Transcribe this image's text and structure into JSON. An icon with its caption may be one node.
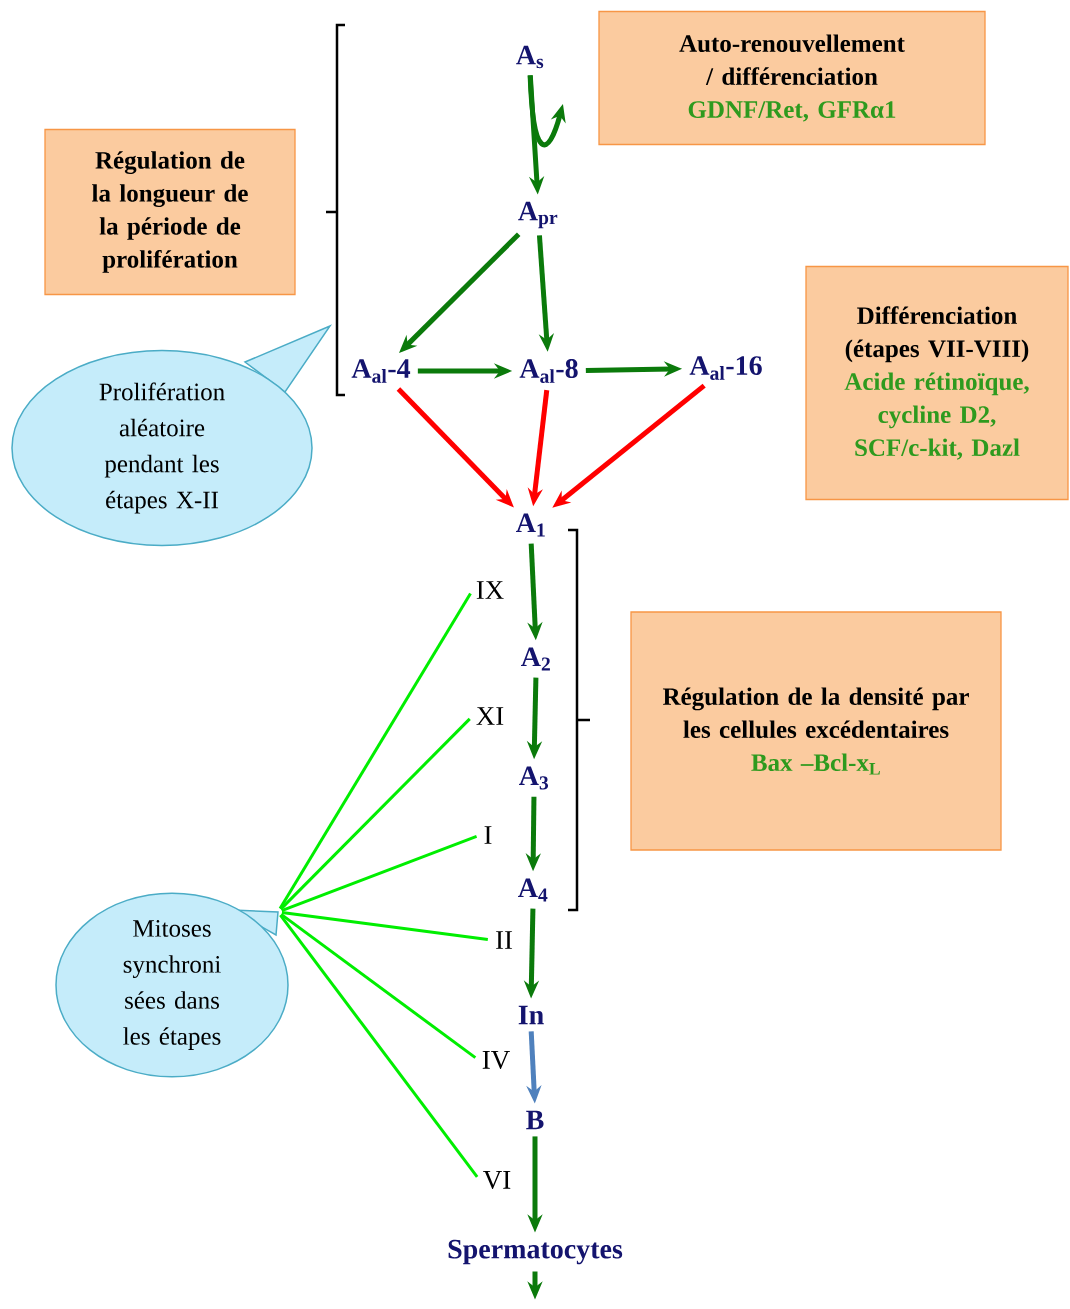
{
  "diagram": {
    "nodes": [
      {
        "text": [
          "A$_{s}$"
        ]
      },
      {
        "text": [
          "Auto-renouvellement / différenciation",
          "GDNF/Ret, GFRα1"
        ]
      },
      {
        "text": [
          "Régulation de la longueur de la période de prolifération"
        ]
      },
      {
        "text": [
          "A$_{pr}$"
        ]
      },
      {
        "text": [
          "A$_{al}$-4"
        ]
      },
      {
        "text": [
          "A$_{al}$-8"
        ]
      },
      {
        "text": [
          "A$_{al}$-16"
        ]
      },
      {
        "text": [
          "Différenciation (étapes VII-VIII)",
          "Acide rétinoïque, cycline D2, SCF/c-kit, Dazl"
        ]
      },
      {
        "text": [
          "Prolifération aléatoire pendant les étapes X-II"
        ]
      },
      {
        "text": [
          "A$_{1}$"
        ]
      },
      {
        "text": [
          "IX"
        ]
      },
      {
        "text": [
          "A$_{2}$"
        ]
      },
      {
        "text": [
          "XI"
        ]
      },
      {
        "text": [
          "Régulation de la densité par les cellules excédentaires",
          "Bax –Bcl-x$_{L}$"
        ]
      },
      {
        "text": [
          "A$_{3}$"
        ]
      },
      {
        "text": [
          "I"
        ]
      },
      {
        "text": [
          "A$_{4}$"
        ]
      },
      {
        "text": [
          "II"
        ]
      },
      {
        "text": [
          "Mitoses synchroni sées dans les étapes"
        ]
      },
      {
        "text": [
          "In"
        ]
      },
      {
        "text": [
          "IV"
        ]
      },
      {
        "text": [
          "B"
        ]
      },
      {
        "text": [
          "VI"
        ]
      },
      {
        "text": [
          "Spermatocytes"
        ]
      }
    ],
    "edges": [
      {
        "from": 0,
        "to": 3,
        "arrow": "to"
      },
      {
        "from": 0,
        "to": null,
        "arrow": "to"
      },
      {
        "from": 3,
        "to": 4,
        "arrow": "to"
      },
      {
        "from": 3,
        "to": 5,
        "arrow": "to"
      },
      {
        "from": 4,
        "to": 5,
        "arrow": "to"
      },
      {
        "from": 5,
        "to": 6,
        "arrow": "to"
      },
      {
        "from": 4,
        "to": 9,
        "arrow": "to",
        "color": "#ff0000"
      },
      {
        "from": 5,
        "to": 9,
        "arrow": "to",
        "color": "#ff0000"
      },
      {
        "from": 6,
        "to": 9,
        "arrow": "to",
        "color": "#ff0000"
      },
      {
        "from": 9,
        "to": 11,
        "arrow": "to"
      },
      {
        "from": 11,
        "to": 14,
        "arrow": "to"
      },
      {
        "from": 14,
        "to": 16,
        "arrow": "to"
      },
      {
        "from": 16,
        "to": 19,
        "arrow": "to"
      },
      {
        "from": 19,
        "to": 21,
        "arrow": "to",
        "color": "#4f81bd"
      },
      {
        "from": 21,
        "to": 23,
        "arrow": "to"
      },
      {
        "from": 23,
        "to": null,
        "arrow": "to"
      },
      {
        "from": 18,
        "to": 10,
        "arrow": "none",
        "color": "#00ee00"
      },
      {
        "from": 18,
        "to": 12,
        "arrow": "none",
        "color": "#00ee00"
      },
      {
        "from": 18,
        "to": 15,
        "arrow": "none",
        "color": "#00ee00"
      },
      {
        "from": 18,
        "to": 17,
        "arrow": "none",
        "color": "#00ee00"
      },
      {
        "from": 18,
        "to": 20,
        "arrow": "none",
        "color": "#00ee00"
      },
      {
        "from": 18,
        "to": 22,
        "arrow": "none",
        "color": "#00ee00"
      }
    ]
  }
}
